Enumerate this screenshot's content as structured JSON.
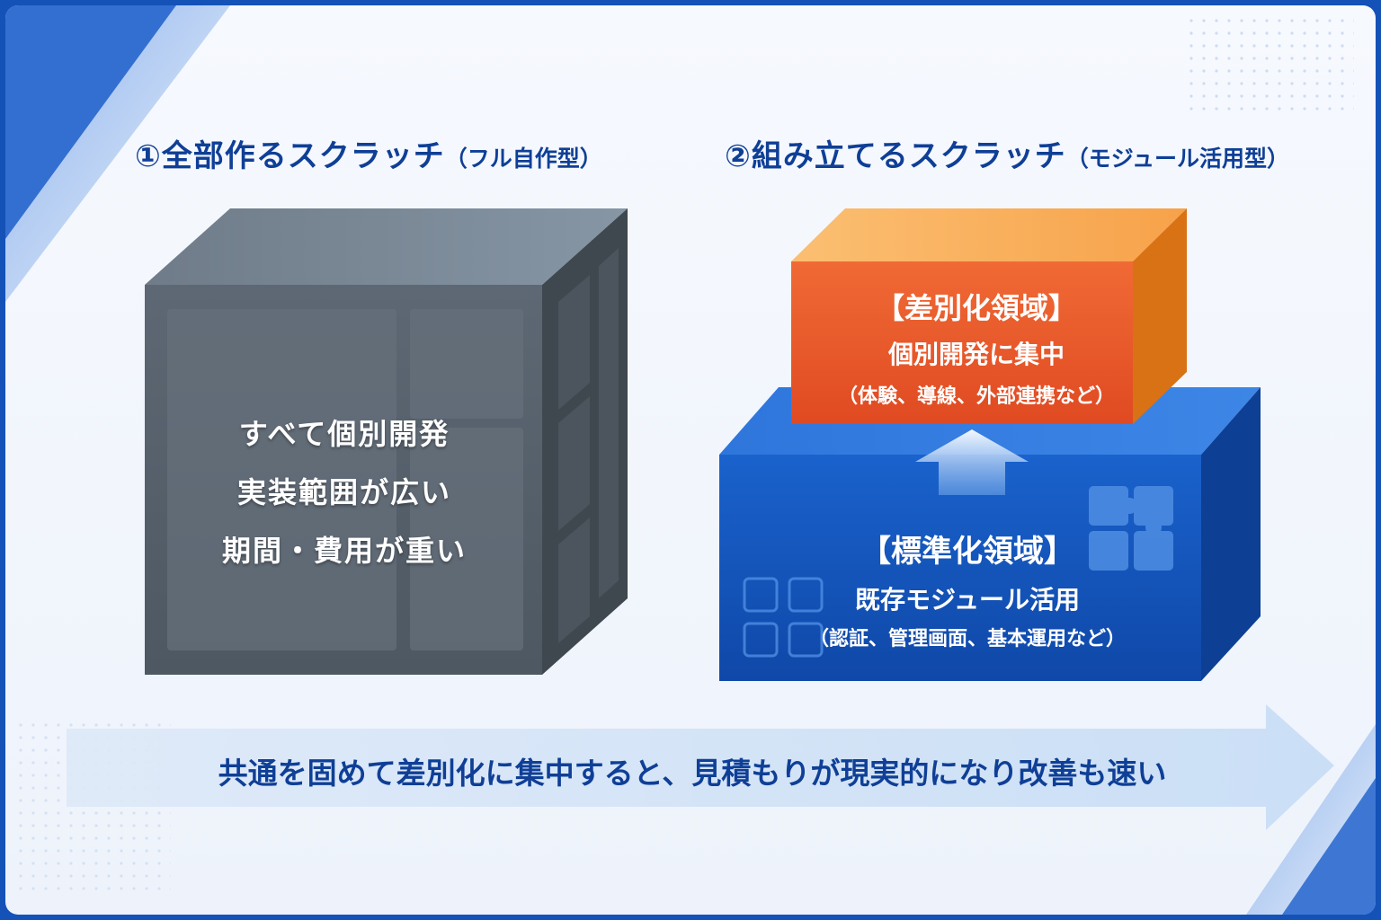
{
  "titles": {
    "left_main": "①全部作るスクラッチ",
    "left_sub": "（フル自作型）",
    "right_main": "②組み立てるスクラッチ",
    "right_sub": "（モジュール活用型）"
  },
  "left_cube": {
    "line1": "すべて個別開発",
    "line2": "実装範囲が広い",
    "line3": "期間・費用が重い"
  },
  "differentiation_block": {
    "heading": "【差別化領域】",
    "body": "個別開発に集中",
    "detail": "（体験、導線、外部連携など）"
  },
  "standard_block": {
    "heading": "【標準化領域】",
    "body": "既存モジュール活用",
    "detail": "（認証、管理画面、基本運用など）"
  },
  "conclusion": "共通を固めて差別化に集中すると、見積もりが現実的になり改善も速い",
  "colors": {
    "title_blue": "#0f3f96",
    "cube_gray": "#5c6773",
    "orange": "#e8562a",
    "blue": "#1456c0"
  }
}
